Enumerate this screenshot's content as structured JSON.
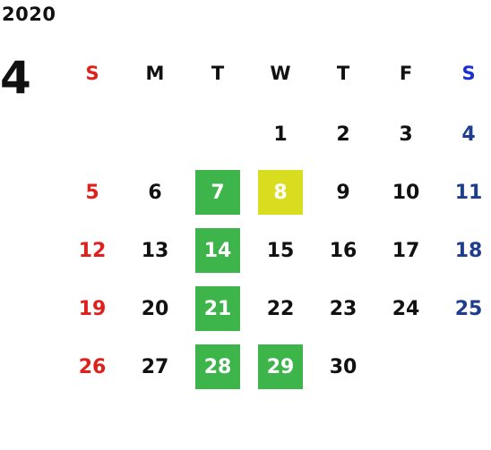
{
  "calendar": {
    "year": "2020",
    "month": "4",
    "weekdays": [
      "S",
      "M",
      "T",
      "W",
      "T",
      "F",
      "S"
    ],
    "weeks": [
      [
        null,
        null,
        null,
        {
          "day": "1"
        },
        {
          "day": "2"
        },
        {
          "day": "3"
        },
        {
          "day": "4"
        }
      ],
      [
        {
          "day": "5"
        },
        {
          "day": "6"
        },
        {
          "day": "7",
          "highlight": "green"
        },
        {
          "day": "8",
          "highlight": "yellow"
        },
        {
          "day": "9"
        },
        {
          "day": "10"
        },
        {
          "day": "11"
        }
      ],
      [
        {
          "day": "12"
        },
        {
          "day": "13"
        },
        {
          "day": "14",
          "highlight": "green"
        },
        {
          "day": "15"
        },
        {
          "day": "16"
        },
        {
          "day": "17"
        },
        {
          "day": "18"
        }
      ],
      [
        {
          "day": "19"
        },
        {
          "day": "20"
        },
        {
          "day": "21",
          "highlight": "green"
        },
        {
          "day": "22"
        },
        {
          "day": "23"
        },
        {
          "day": "24"
        },
        {
          "day": "25"
        }
      ],
      [
        {
          "day": "26"
        },
        {
          "day": "27"
        },
        {
          "day": "28",
          "highlight": "green"
        },
        {
          "day": "29",
          "highlight": "green"
        },
        {
          "day": "30"
        },
        null,
        null
      ]
    ]
  },
  "colors": {
    "sunday": "#e0201c",
    "saturday_header": "#1a2fd6",
    "saturday": "#1f3d8f",
    "weekday": "#111111",
    "highlight_green": "#3db54a",
    "highlight_yellow": "#d9dd1f"
  }
}
